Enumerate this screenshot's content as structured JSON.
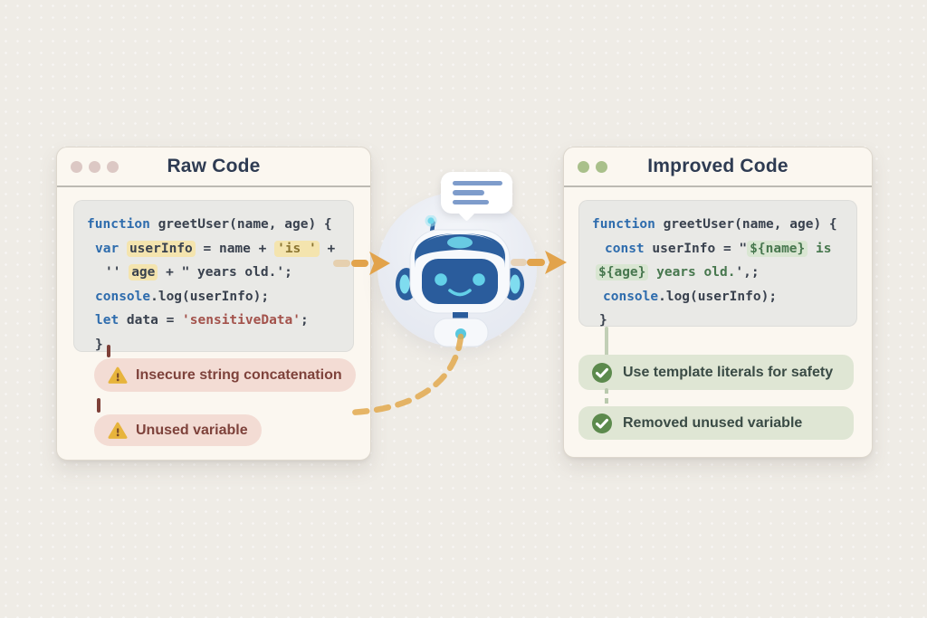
{
  "colors": {
    "background": "#efece6",
    "accent_arrow": "#e2a34b",
    "warning_bg": "#f3dcd4",
    "warning_text": "#7e423b",
    "warning_icon_yellow": "#e7b43c",
    "ok_bg": "#dfe6d4",
    "ok_text": "#3a4b45",
    "ok_icon_green": "#5c8a4d",
    "keyword_blue": "#2e6cad",
    "highlight_yellow": "#f4e4ae",
    "highlight_green": "#d9e6d2",
    "string_red": "#a3524b",
    "title_text": "#2e3b52",
    "robot_blue": "#2c5f9e",
    "robot_cyan": "#63d0e8"
  },
  "raw_panel": {
    "title": "Raw Code",
    "window_dot_count": 3,
    "code_lines": [
      {
        "indent": 0,
        "tokens": [
          {
            "text": "function",
            "cls": "kw"
          },
          {
            "text": " greetUser(name, age) {",
            "cls": "plain"
          }
        ]
      },
      {
        "indent": 9,
        "tokens": [
          {
            "text": "var",
            "cls": "kw"
          },
          {
            "text": " ",
            "cls": "plain"
          },
          {
            "text": "userInfo",
            "cls": "hl-y"
          },
          {
            "text": " = name + ",
            "cls": "plain"
          },
          {
            "text": "'is '",
            "cls": "hl-y olive"
          },
          {
            "text": " +",
            "cls": "plain"
          }
        ]
      },
      {
        "indent": 20,
        "tokens": [
          {
            "text": "'' ",
            "cls": "plain"
          },
          {
            "text": "age",
            "cls": "hl-y"
          },
          {
            "text": " + \" years old.';",
            "cls": "plain"
          }
        ]
      },
      {
        "indent": 9,
        "tokens": [
          {
            "text": "console",
            "cls": "kw"
          },
          {
            "text": ".log(userInfo);",
            "cls": "plain"
          }
        ]
      },
      {
        "indent": 9,
        "tokens": [
          {
            "text": "let",
            "cls": "kw"
          },
          {
            "text": " data = ",
            "cls": "plain"
          },
          {
            "text": "'sensitiveData'",
            "cls": "str-r"
          },
          {
            "text": ";",
            "cls": "plain"
          }
        ]
      },
      {
        "indent": 9,
        "tokens": [
          {
            "text": "}",
            "cls": "plain"
          }
        ]
      }
    ],
    "warnings": [
      {
        "label": "Insecure string concatenation"
      },
      {
        "label": "Unused variable"
      }
    ]
  },
  "improved_panel": {
    "title": "Improved Code",
    "window_dot_count": 2,
    "code_lines": [
      {
        "indent": 0,
        "tokens": [
          {
            "text": "function",
            "cls": "kw"
          },
          {
            "text": " greetUser(name, age) {",
            "cls": "plain"
          }
        ]
      },
      {
        "indent": 14,
        "tokens": [
          {
            "text": "const",
            "cls": "kw"
          },
          {
            "text": " userInfo = \"",
            "cls": "plain"
          },
          {
            "text": "${name}",
            "cls": "hl-g"
          },
          {
            "text": " is",
            "cls": "str-g"
          }
        ]
      },
      {
        "indent": 4,
        "tokens": [
          {
            "text": "${age}",
            "cls": "hl-g"
          },
          {
            "text": " years old.",
            "cls": "str-g"
          },
          {
            "text": "',;",
            "cls": "plain"
          }
        ]
      },
      {
        "indent": 12,
        "tokens": [
          {
            "text": "console",
            "cls": "kw"
          },
          {
            "text": ".log(userInfo);",
            "cls": "plain"
          }
        ]
      },
      {
        "indent": 8,
        "tokens": [
          {
            "text": "}",
            "cls": "plain"
          }
        ]
      }
    ],
    "improvements": [
      {
        "label": "Use template literals for safety"
      },
      {
        "label": "Removed unused variable"
      }
    ]
  },
  "assistant": {
    "description": "robot-mascot",
    "speech_bubble_line_count": 3
  }
}
